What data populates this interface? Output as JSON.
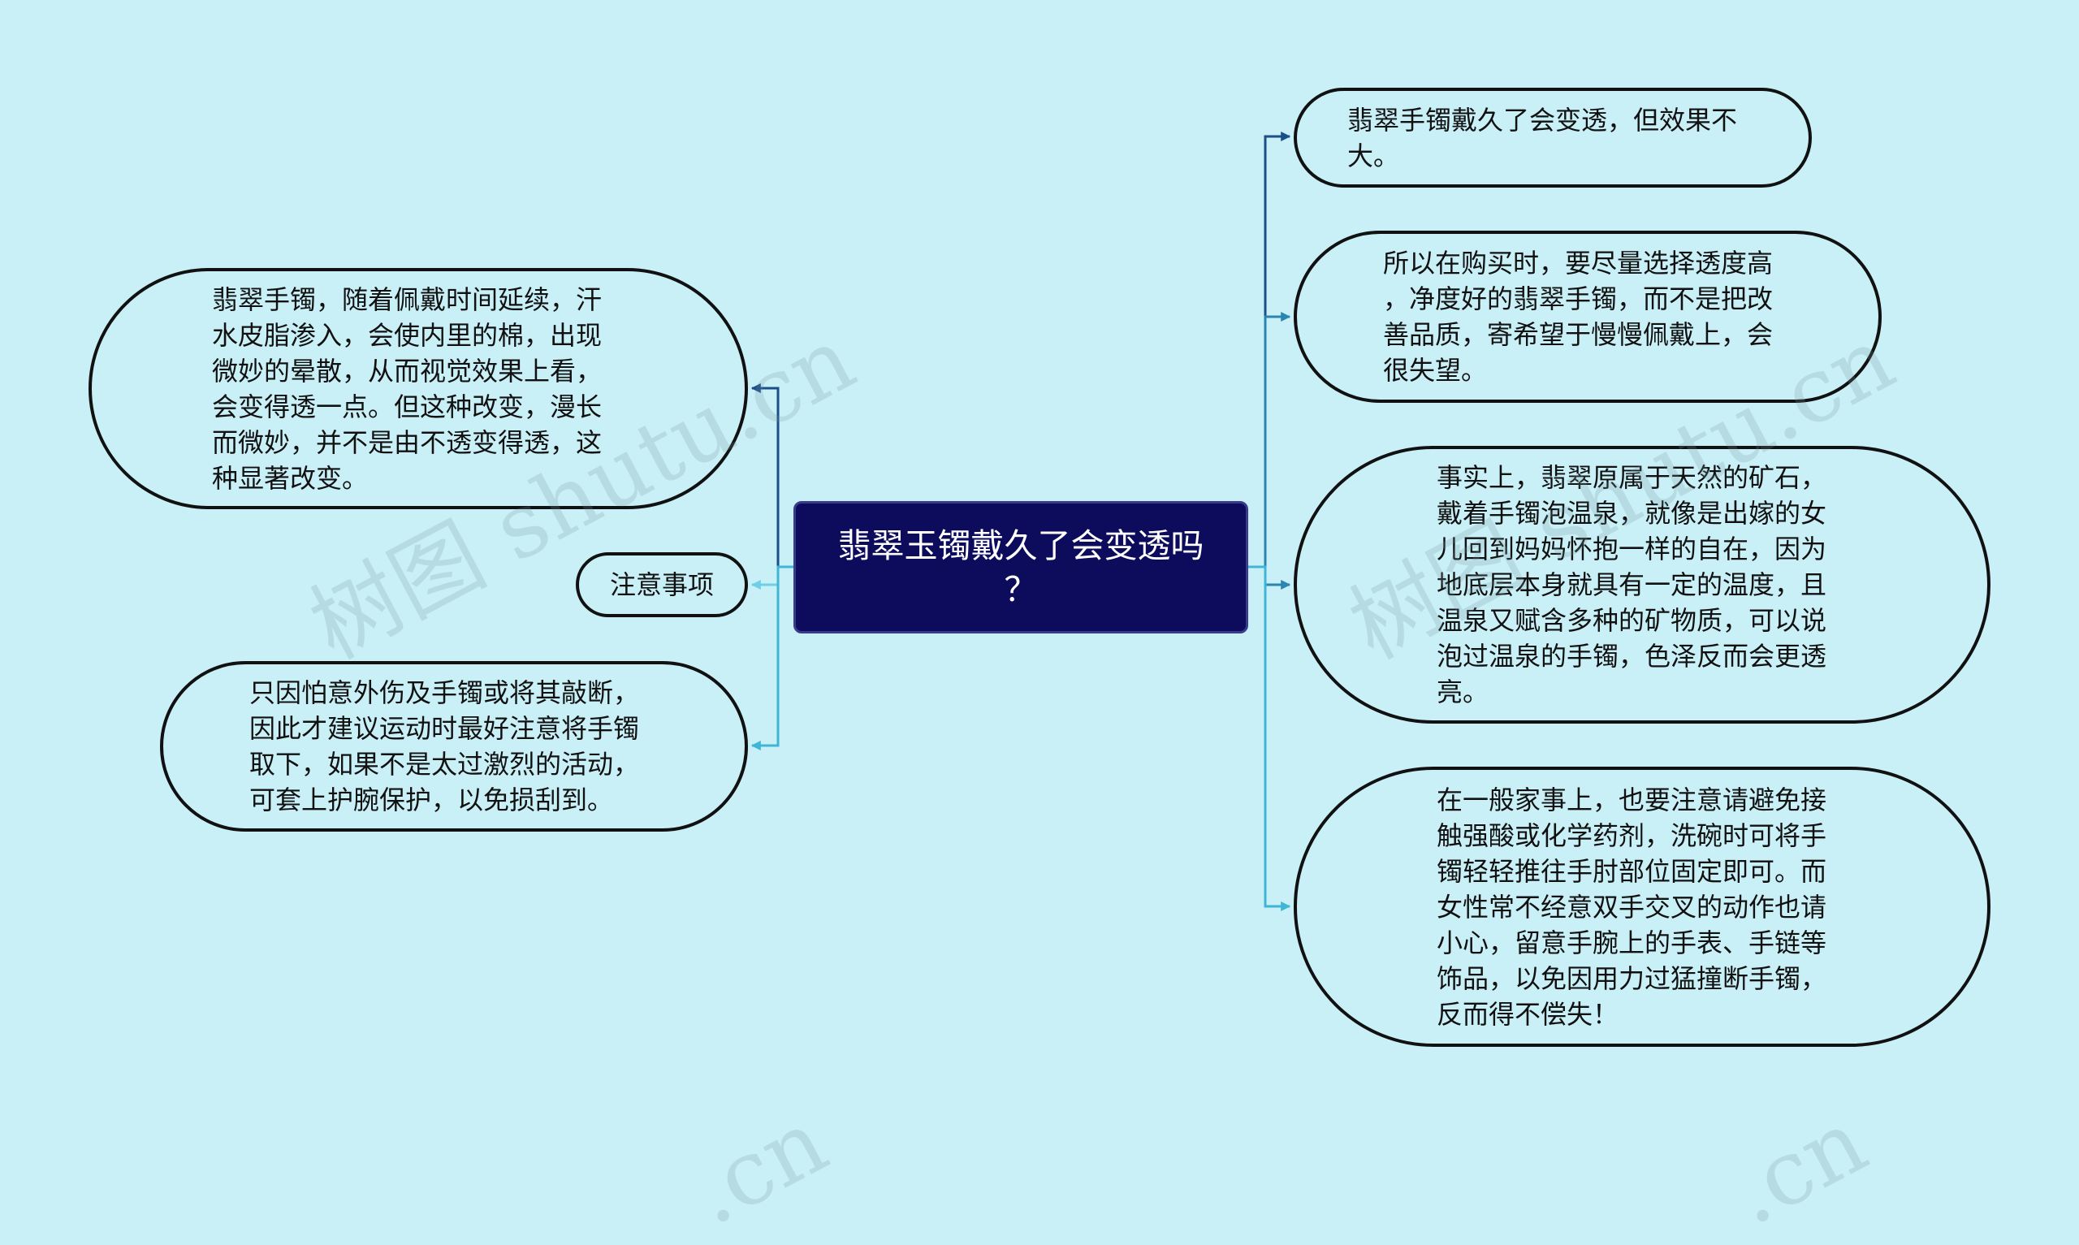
{
  "root": {
    "title": "翡翠玉镯戴久了会变透吗\n？"
  },
  "left_nodes": [
    {
      "id": "left-1",
      "text": "翡翠手镯，随着佩戴时间延续，汗\n水皮脂渗入，会使内里的棉，出现\n微妙的晕散，从而视觉效果上看，\n会变得透一点。但这种改变，漫长\n而微妙，并不是由不透变得透，这\n种显著改变。"
    },
    {
      "id": "left-2",
      "text": "注意事项"
    },
    {
      "id": "left-3",
      "text": "只因怕意外伤及手镯或将其敲断，\n因此才建议运动时最好注意将手镯\n取下，如果不是太过激烈的活动，\n可套上护腕保护，以免损刮到。"
    }
  ],
  "right_nodes": [
    {
      "id": "right-1",
      "text": "翡翠手镯戴久了会变透，但效果不\n大。"
    },
    {
      "id": "right-2",
      "text": "所以在购买时，要尽量选择透度高\n，净度好的翡翠手镯，而不是把改\n善品质，寄希望于慢慢佩戴上，会\n很失望。"
    },
    {
      "id": "right-3",
      "text": "事实上，翡翠原属于天然的矿石，\n戴着手镯泡温泉，就像是出嫁的女\n儿回到妈妈怀抱一样的自在，因为\n地底层本身就具有一定的温度，且\n温泉又赋含多种的矿物质，可以说\n泡过温泉的手镯，色泽反而会更透\n亮。"
    },
    {
      "id": "right-4",
      "text": "在一般家事上，也要注意请避免接\n触强酸或化学药剂，洗碗时可将手\n镯轻轻推往手肘部位固定即可。而\n女性常不经意双手交叉的动作也请\n小心，留意手腕上的手表、手链等\n饰品，以免因用力过猛撞断手镯，\n反而得不偿失！"
    }
  ],
  "watermark": {
    "text": "树图 shutu.cn",
    "partial": ".cn"
  },
  "colors": {
    "background": "#c9eff7",
    "root_fill": "#0c0b5c",
    "connector_dark": "#1b4f8a",
    "connector_mid": "#2a86b0",
    "connector_light": "#3fb6d6",
    "connector_pale": "#6fd0e4"
  }
}
